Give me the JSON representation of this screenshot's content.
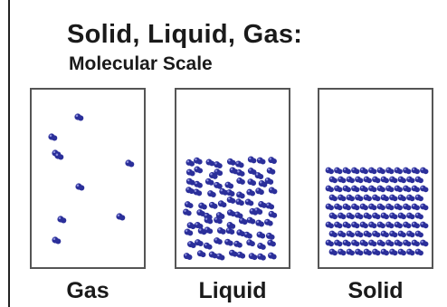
{
  "title": "Solid, Liquid, Gas:",
  "subtitle": "Molecular Scale",
  "colors": {
    "molecule": "#2b2f9a",
    "molecule_highlight": "#8d90dd",
    "border": "#555555"
  },
  "panels": [
    {
      "name": "gas",
      "label": "Gas",
      "molecules": 10
    },
    {
      "name": "liquid",
      "label": "Liquid",
      "molecules": 80
    },
    {
      "name": "solid",
      "label": "Solid",
      "molecules": 120
    }
  ]
}
